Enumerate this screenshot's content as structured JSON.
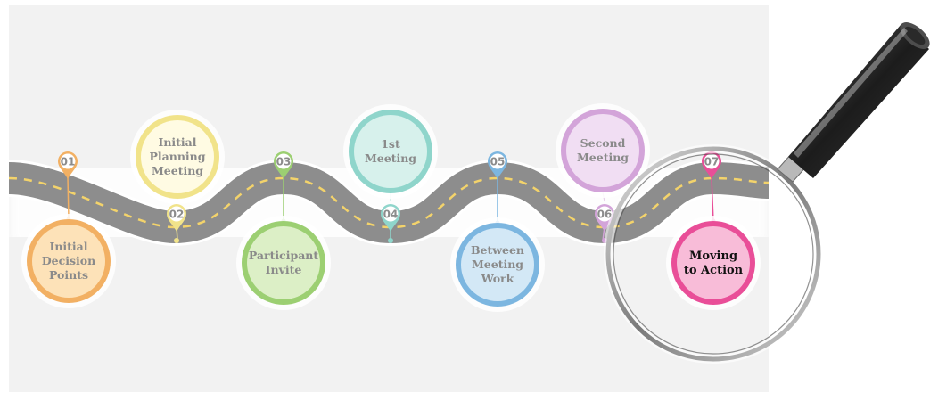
{
  "steps": [
    {
      "num": "01",
      "label": [
        "Initial",
        "Decision",
        "Points"
      ],
      "color": "#f2b063",
      "light": "#fde2b8",
      "pos": "below"
    },
    {
      "num": "02",
      "label": [
        "Initial",
        "Planning",
        "Meeting"
      ],
      "color": "#f1e38a",
      "light": "#fffbe3",
      "pos": "above"
    },
    {
      "num": "03",
      "label": [
        "Participant",
        "Invite"
      ],
      "color": "#9ccf72",
      "light": "#dcefc6",
      "pos": "below"
    },
    {
      "num": "04",
      "label": [
        "1st",
        "Meeting"
      ],
      "color": "#8fd5cb",
      "light": "#d7f1ec",
      "pos": "above"
    },
    {
      "num": "05",
      "label": [
        "Between",
        "Meeting",
        "Work"
      ],
      "color": "#7cb6e0",
      "light": "#d3e8f6",
      "pos": "below"
    },
    {
      "num": "06",
      "label": [
        "Second",
        "Meeting"
      ],
      "color": "#d3a4d9",
      "light": "#f1def3",
      "pos": "above"
    },
    {
      "num": "07",
      "label": [
        "Moving",
        "to Action"
      ],
      "color": "#e94e98",
      "light": "#f8bcd8",
      "pos": "below",
      "highlight": true
    }
  ],
  "icons": {
    "magnifier": "magnifying-glass-icon",
    "road": "winding-road-icon",
    "pin": "map-pin-icon"
  }
}
